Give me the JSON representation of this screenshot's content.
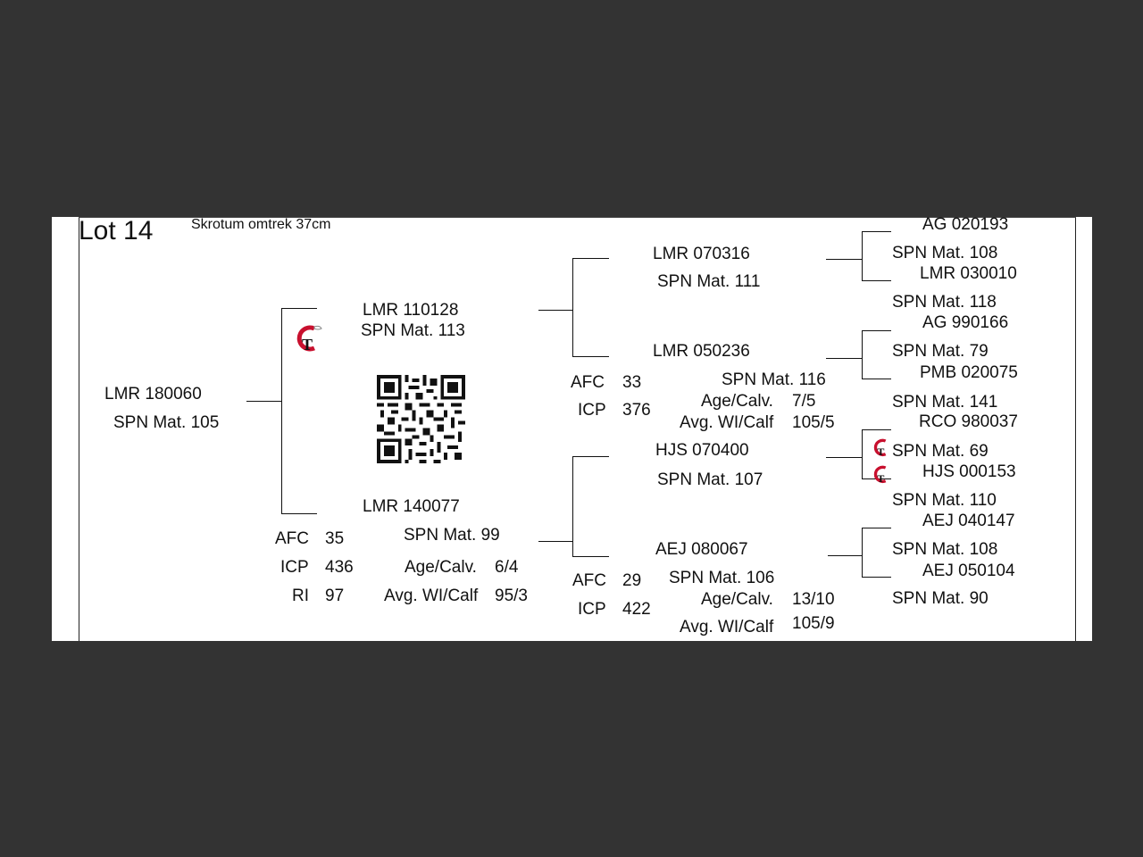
{
  "header": {
    "lot": "Lot 14",
    "note": "Skrotum omtrek 37cm"
  },
  "animal": {
    "id": "LMR 180060",
    "spn": "SPN Mat. 105"
  },
  "animal_stats": {
    "afc_label": "AFC",
    "afc": "35",
    "icp_label": "ICP",
    "icp": "436",
    "ri_label": "RI",
    "ri": "97"
  },
  "sire": {
    "id": "LMR 110128",
    "spn": "SPN Mat. 113"
  },
  "dam": {
    "id": "LMR 140077",
    "spn": "SPN Mat. 99",
    "age_label": "Age/Calv.",
    "age": "6/4",
    "wi_label": "Avg. WI/Calf",
    "wi": "95/3"
  },
  "ss": {
    "id": "LMR 070316",
    "spn": "SPN Mat. 111"
  },
  "sd": {
    "id": "LMR 050236",
    "spn": "SPN Mat. 116",
    "afc_label": "AFC",
    "afc": "33",
    "icp_label": "ICP",
    "icp": "376",
    "age_label": "Age/Calv.",
    "age": "7/5",
    "wi_label": "Avg. WI/Calf",
    "wi": "105/5"
  },
  "ds": {
    "id": "HJS 070400",
    "spn": "SPN Mat. 107"
  },
  "dd": {
    "id": "AEJ 080067",
    "spn": "SPN Mat. 106",
    "afc_label": "AFC",
    "afc": "29",
    "icp_label": "ICP",
    "icp": "422",
    "age_label": "Age/Calv.",
    "age": "13/10",
    "wi_label": "Avg. WI/Calf",
    "wi": "105/9"
  },
  "g1": {
    "id": "AG  020193",
    "spn": "SPN Mat. 108"
  },
  "g2": {
    "id": "LMR 030010",
    "spn": "SPN Mat. 118"
  },
  "g3": {
    "id": "AG  990166",
    "spn": "SPN Mat. 79"
  },
  "g4": {
    "id": "PMB 020075",
    "spn": "SPN Mat. 141"
  },
  "g5": {
    "id": "RCO 980037",
    "spn": "SPN Mat. 69"
  },
  "g6": {
    "id": "HJS 000153",
    "spn": "SPN Mat. 110"
  },
  "g7": {
    "id": "AEJ 040147",
    "spn": "SPN Mat. 108"
  },
  "g8": {
    "id": "AEJ 050104",
    "spn": "SPN Mat. 90"
  },
  "logo": {
    "text": "GT",
    "red": "#c8102e",
    "black": "#111111"
  }
}
